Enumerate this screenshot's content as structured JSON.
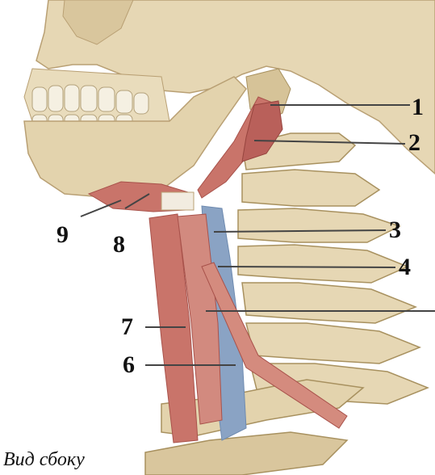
{
  "labels": {
    "l1": "1",
    "l2": "2",
    "l3": "3",
    "l4": "4",
    "l6": "6",
    "l7": "7",
    "l8": "8",
    "l9": "9"
  },
  "caption": "Вид сбоку",
  "colors": {
    "bone": "#e6d7b4",
    "bone_shadow": "#c9b48a",
    "muscle": "#c9746a",
    "muscle_dark": "#a8524b",
    "vessel": "#8aa3c4",
    "leader": "#444444"
  }
}
